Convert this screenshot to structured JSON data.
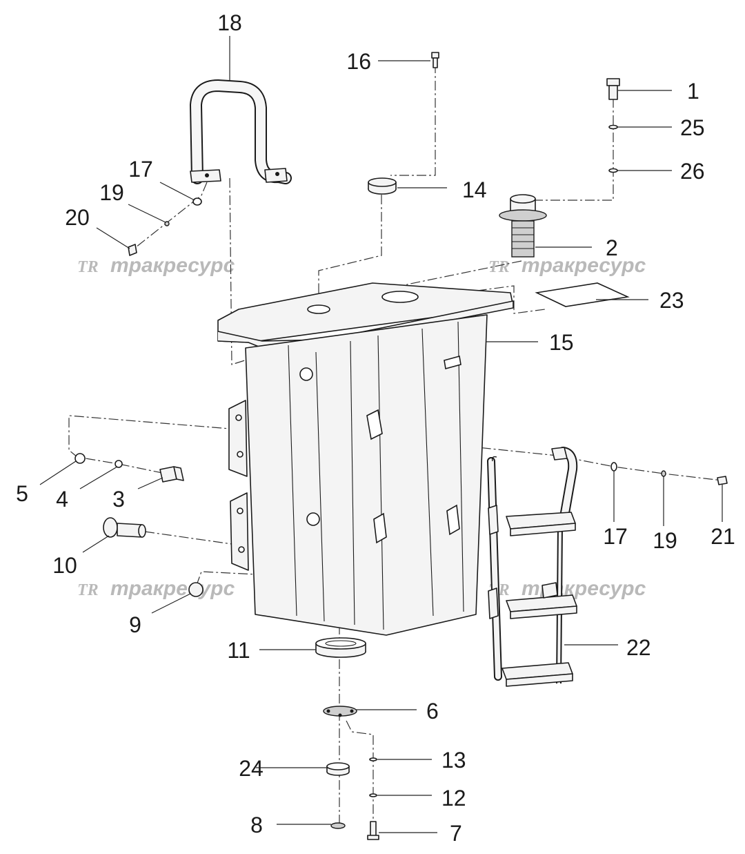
{
  "watermark": {
    "logo": "TR",
    "text": "тракресурс"
  },
  "callouts": {
    "c1": "1",
    "c2": "2",
    "c3": "3",
    "c4": "4",
    "c5": "5",
    "c6": "6",
    "c7": "7",
    "c8": "8",
    "c9": "9",
    "c10": "10",
    "c11": "11",
    "c12": "12",
    "c13": "13",
    "c14": "14",
    "c15": "15",
    "c16": "16",
    "c17a": "17",
    "c17b": "17",
    "c18": "18",
    "c19a": "19",
    "c19b": "19",
    "c20": "20",
    "c21": "21",
    "c22": "22",
    "c23": "23",
    "c24": "24",
    "c25": "25",
    "c26": "26"
  },
  "colors": {
    "line": "#1a1a1a",
    "watermark": "#b9b9b9",
    "background": "#ffffff"
  }
}
